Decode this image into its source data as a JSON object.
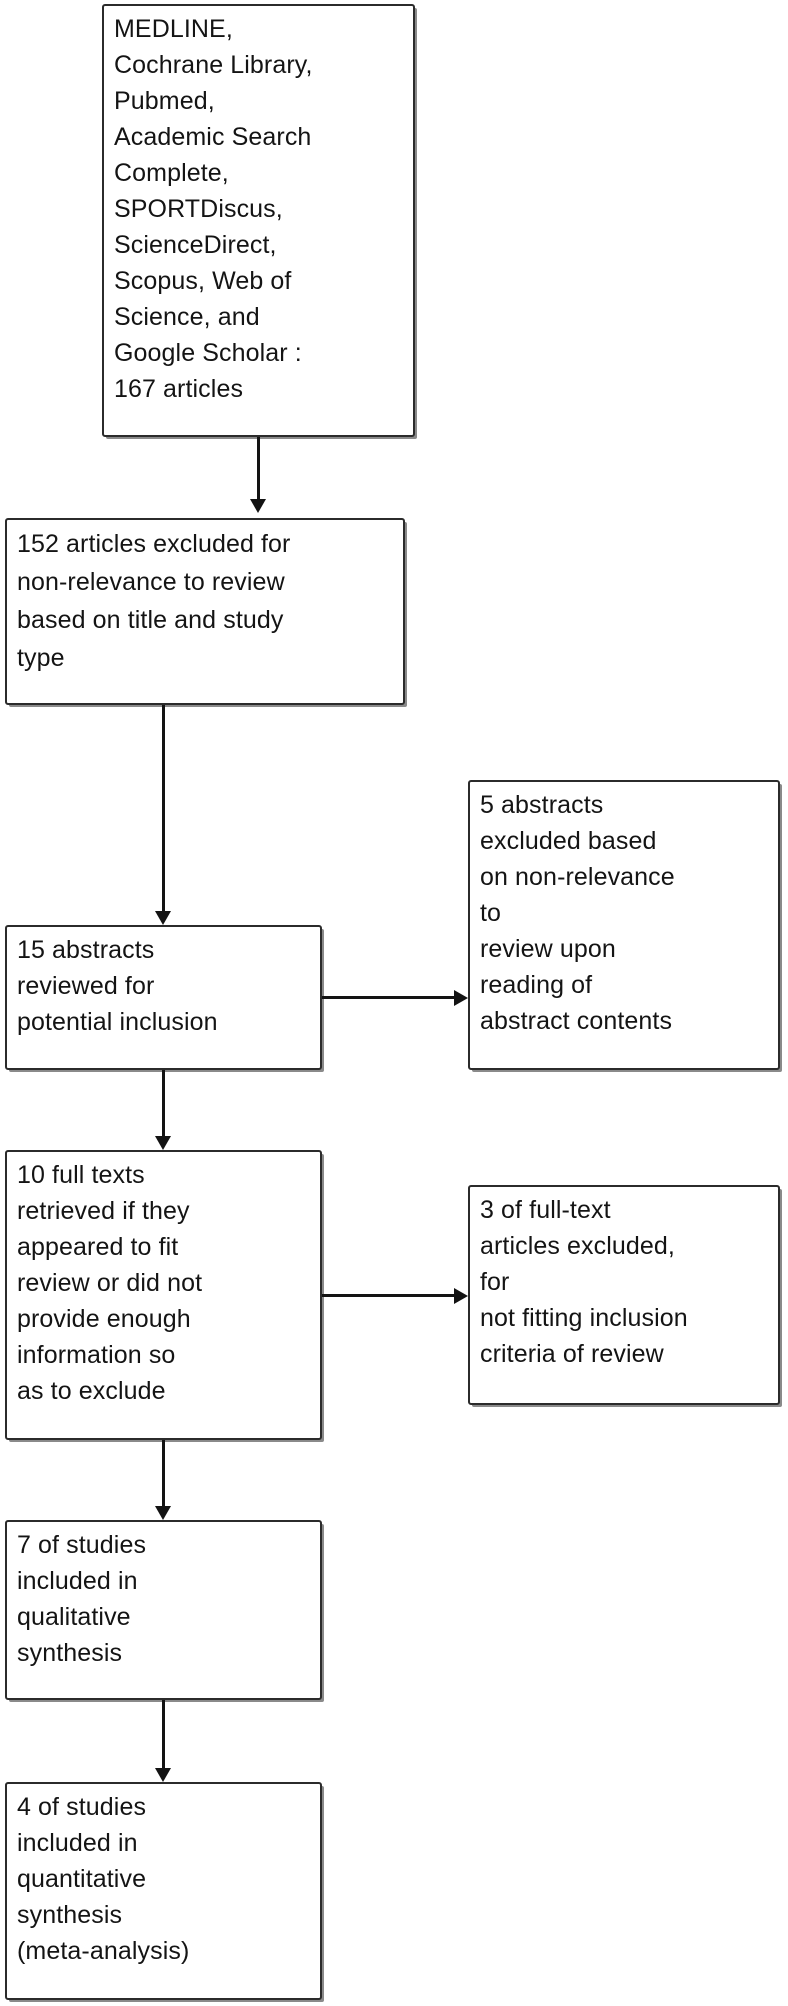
{
  "diagram": {
    "title": "PRISMA study selection flow diagram",
    "colors": {
      "box_border": "#2b2b2b",
      "box_shadow": "#8a8a8a",
      "connector": "#131313",
      "text": "#141414",
      "background": "#ffffff"
    },
    "nodes": [
      {
        "id": "sources",
        "name": "databases-searched-box",
        "text": "MEDLINE,\nCochrane Library,\nPubmed,\nAcademic Search\nComplete,\nSPORTDiscus,\nScienceDirect,\nScopus, Web of\nScience, and\nGoogle Scholar :\n167 articles",
        "count": 167,
        "unit": "articles"
      },
      {
        "id": "excluded-title",
        "name": "excluded-by-title-box",
        "text": "152 articles excluded for\nnon-relevance to review\nbased on title and study\ntype",
        "count": 152,
        "unit": "articles"
      },
      {
        "id": "abstracts-reviewed",
        "name": "abstracts-reviewed-box",
        "text": "15 abstracts\nreviewed for\npotential inclusion",
        "count": 15,
        "unit": "abstracts"
      },
      {
        "id": "abstracts-excluded",
        "name": "abstracts-excluded-box",
        "text": "5 abstracts\nexcluded based\non non-relevance\nto\nreview upon\nreading of\nabstract contents",
        "count": 5,
        "unit": "abstracts"
      },
      {
        "id": "full-texts",
        "name": "full-texts-retrieved-box",
        "text": "10 full texts\nretrieved if they\nappeared to fit\nreview or did not\nprovide enough\ninformation so\nas to exclude",
        "count": 10,
        "unit": "full texts"
      },
      {
        "id": "full-texts-excluded",
        "name": "full-texts-excluded-box",
        "text": "3 of full-text\narticles excluded,\nfor\nnot fitting inclusion\ncriteria of review",
        "count": 3,
        "unit": "full-text articles"
      },
      {
        "id": "qualitative",
        "name": "qualitative-synthesis-box",
        "text": "7 of studies\nincluded in\nqualitative\nsynthesis",
        "count": 7,
        "unit": "studies"
      },
      {
        "id": "quantitative",
        "name": "quantitative-synthesis-box",
        "text": "4 of studies\nincluded in\nquantitative\nsynthesis\n(meta-analysis)",
        "count": 4,
        "unit": "studies"
      }
    ],
    "connectors": [
      {
        "id": "c1",
        "from": "sources",
        "to": "excluded-title",
        "direction": "down"
      },
      {
        "id": "c2",
        "from": "excluded-title",
        "to": "abstracts-reviewed",
        "direction": "down"
      },
      {
        "id": "c3",
        "from": "abstracts-reviewed",
        "to": "abstracts-excluded",
        "direction": "right"
      },
      {
        "id": "c4",
        "from": "abstracts-reviewed",
        "to": "full-texts",
        "direction": "down"
      },
      {
        "id": "c5",
        "from": "full-texts",
        "to": "full-texts-excluded",
        "direction": "right"
      },
      {
        "id": "c6",
        "from": "full-texts",
        "to": "qualitative",
        "direction": "down"
      },
      {
        "id": "c7",
        "from": "qualitative",
        "to": "quantitative",
        "direction": "down"
      }
    ]
  }
}
